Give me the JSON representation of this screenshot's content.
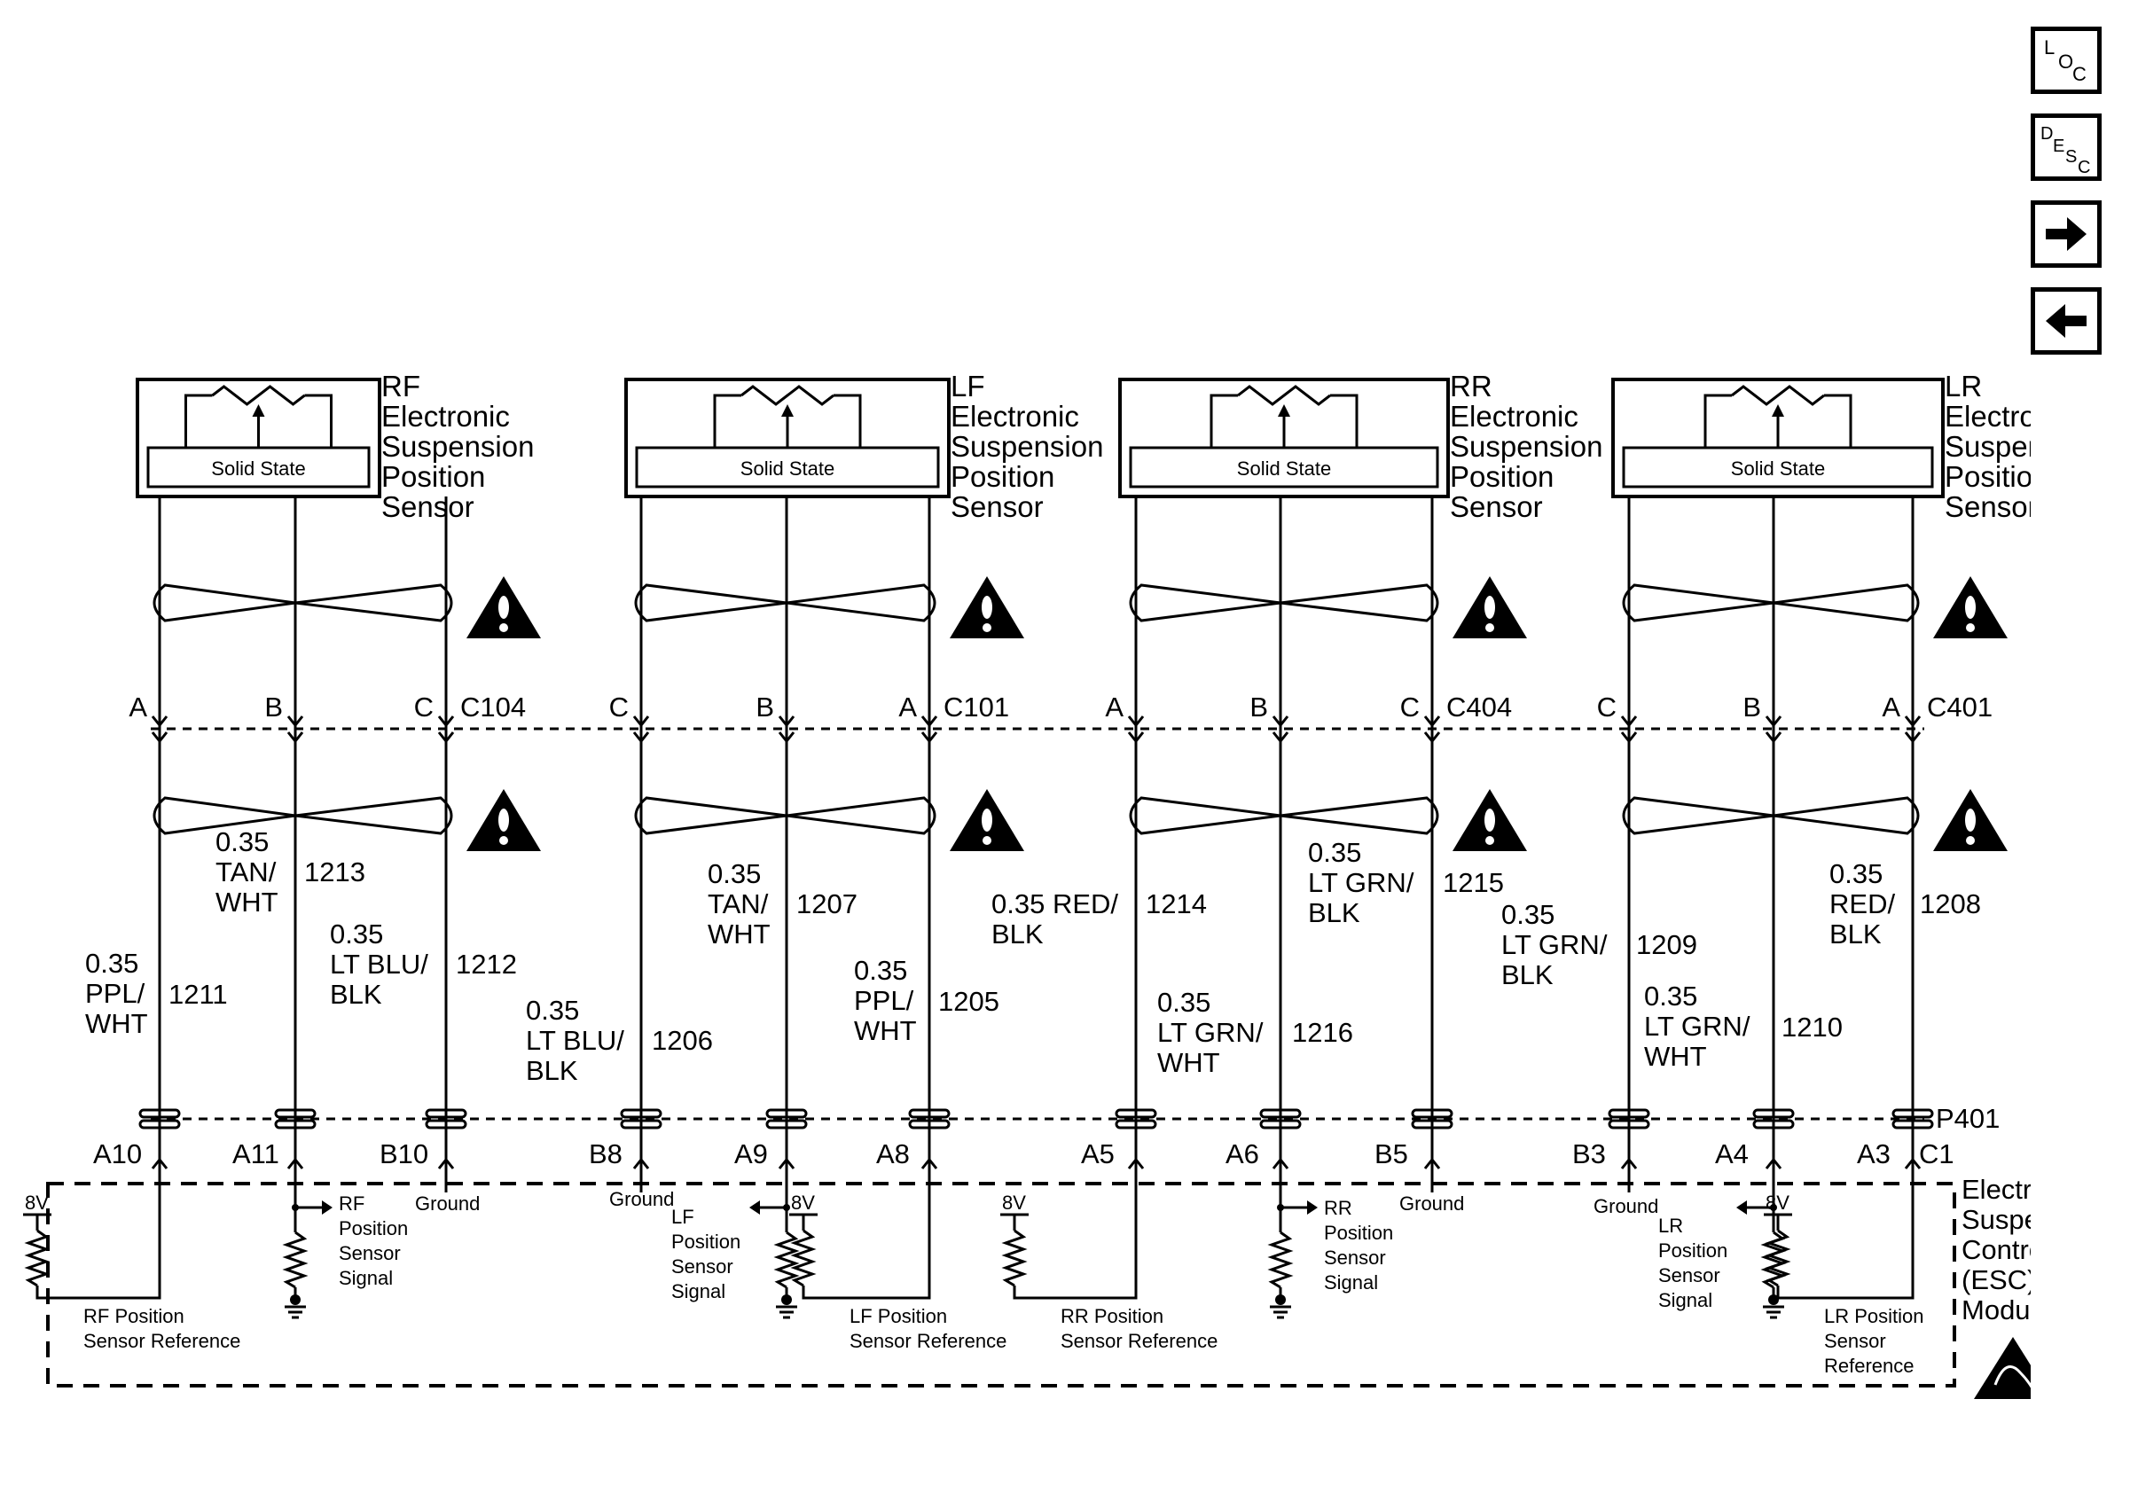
{
  "nav_buttons": [
    {
      "id": "loc",
      "label_sub1": "L",
      "label_sub2": "O",
      "label_sub3": "C"
    },
    {
      "id": "desc",
      "label_sub1": "D",
      "label_sub2": "E",
      "label_sub3": "S",
      "label_sub4": "C"
    },
    {
      "id": "next"
    },
    {
      "id": "prev"
    }
  ],
  "sensors": [
    {
      "key": "rf",
      "name": [
        "RF",
        "Electronic",
        "Suspension",
        "Position",
        "Sensor"
      ],
      "solid_state": "Solid State",
      "connector": "C104",
      "pins": [
        "A",
        "B",
        "C"
      ]
    },
    {
      "key": "lf",
      "name": [
        "LF",
        "Electronic",
        "Suspension",
        "Position",
        "Sensor"
      ],
      "solid_state": "Solid State",
      "connector": "C101",
      "pins": [
        "C",
        "B",
        "A"
      ]
    },
    {
      "key": "rr",
      "name": [
        "RR",
        "Electronic",
        "Suspension",
        "Position",
        "Sensor"
      ],
      "solid_state": "Solid State",
      "connector": "C404",
      "pins": [
        "A",
        "B",
        "C"
      ]
    },
    {
      "key": "lr",
      "name": [
        "LR",
        "Electronic",
        "Suspension",
        "Position",
        "Sensor"
      ],
      "solid_state": "Solid State",
      "connector": "C401",
      "pins": [
        "C",
        "B",
        "A"
      ]
    }
  ],
  "wires": [
    {
      "lines": [
        "0.35",
        "PPL/",
        "WHT"
      ],
      "circuit": "1211"
    },
    {
      "lines": [
        "0.35",
        "TAN/",
        "WHT"
      ],
      "circuit": "1213"
    },
    {
      "lines": [
        "0.35",
        "LT BLU/",
        "BLK"
      ],
      "circuit": "1212"
    },
    {
      "lines": [
        "0.35",
        "LT BLU/",
        "BLK"
      ],
      "circuit": "1206"
    },
    {
      "lines": [
        "0.35",
        "TAN/",
        "WHT"
      ],
      "circuit": "1207"
    },
    {
      "lines": [
        "0.35",
        "PPL/",
        "WHT"
      ],
      "circuit": "1205"
    },
    {
      "lines": [
        "0.35 RED/",
        "BLK"
      ],
      "circuit": "1214"
    },
    {
      "lines": [
        "0.35",
        "LT GRN/",
        "WHT"
      ],
      "circuit": "1216"
    },
    {
      "lines": [
        "0.35",
        "LT GRN/",
        "BLK"
      ],
      "circuit": "1215"
    },
    {
      "lines": [
        "0.35",
        "LT GRN/",
        "BLK"
      ],
      "circuit": "1209"
    },
    {
      "lines": [
        "0.35",
        "LT GRN/",
        "WHT"
      ],
      "circuit": "1210"
    },
    {
      "lines": [
        "0.35",
        "RED/",
        "BLK"
      ],
      "circuit": "1208"
    }
  ],
  "module_connector": {
    "name": "P401",
    "sub": "C1"
  },
  "module_pins": [
    "A10",
    "A11",
    "B10",
    "B8",
    "A9",
    "A8",
    "A5",
    "A6",
    "B5",
    "B3",
    "A4",
    "A3"
  ],
  "module": {
    "name": [
      "Electronic",
      "Suspension",
      "Control",
      "(ESC)",
      "Module"
    ]
  },
  "internal": {
    "voltage": "8V",
    "ground": "Ground",
    "rf_signal": [
      "RF",
      "Position",
      "Sensor",
      "Signal"
    ],
    "lf_signal": [
      "LF",
      "Position",
      "Sensor",
      "Signal"
    ],
    "rr_signal": [
      "RR",
      "Position",
      "Sensor",
      "Signal"
    ],
    "lr_signal": [
      "LR",
      "Position",
      "Sensor",
      "Signal"
    ],
    "rf_ref": [
      "RF Position",
      "Sensor Reference"
    ],
    "lf_ref": [
      "LF Position",
      "Sensor Reference"
    ],
    "rr_ref": [
      "RR Position",
      "Sensor Reference"
    ],
    "lr_ref": [
      "LR Position",
      "Sensor",
      "Reference"
    ]
  }
}
